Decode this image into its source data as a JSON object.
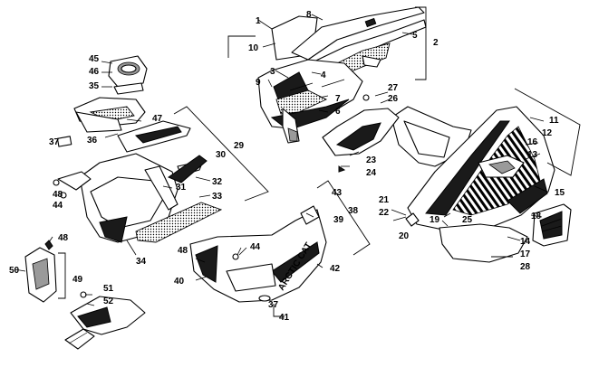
{
  "callouts": {
    "c1": "1",
    "c2": "2",
    "c3": "3",
    "c4": "4",
    "c5": "5",
    "c6": "6",
    "c7": "7",
    "c8": "8",
    "c9": "9",
    "c10": "10",
    "c11": "11",
    "c12": "12",
    "c13": "13",
    "c14": "14",
    "c15": "15",
    "c16": "16",
    "c17": "17",
    "c18": "18",
    "c19": "19",
    "c20": "20",
    "c21": "21",
    "c22": "22",
    "c23": "23",
    "c24": "24",
    "c25": "25",
    "c26": "26",
    "c27": "27",
    "c28": "28",
    "c29": "29",
    "c30": "30",
    "c31": "31",
    "c32": "32",
    "c33": "33",
    "c34": "34",
    "c35": "35",
    "c36": "36",
    "c37": "37",
    "c37b": "37",
    "c38": "38",
    "c39": "39",
    "c40": "40",
    "c41": "41",
    "c42": "42",
    "c43": "43",
    "c44": "44",
    "c44b": "44",
    "c45": "45",
    "c46": "46",
    "c47": "47",
    "c48": "48",
    "c48b": "48",
    "c48c": "48",
    "c49": "49",
    "c50": "50",
    "c51": "51",
    "c52": "52"
  },
  "belly_pan_logo": "ARCTIC CAT",
  "colors": {
    "ink": "#000000",
    "paper": "#ffffff",
    "shade": "#9a9a9a",
    "fill_dark": "#1a1a1a"
  }
}
